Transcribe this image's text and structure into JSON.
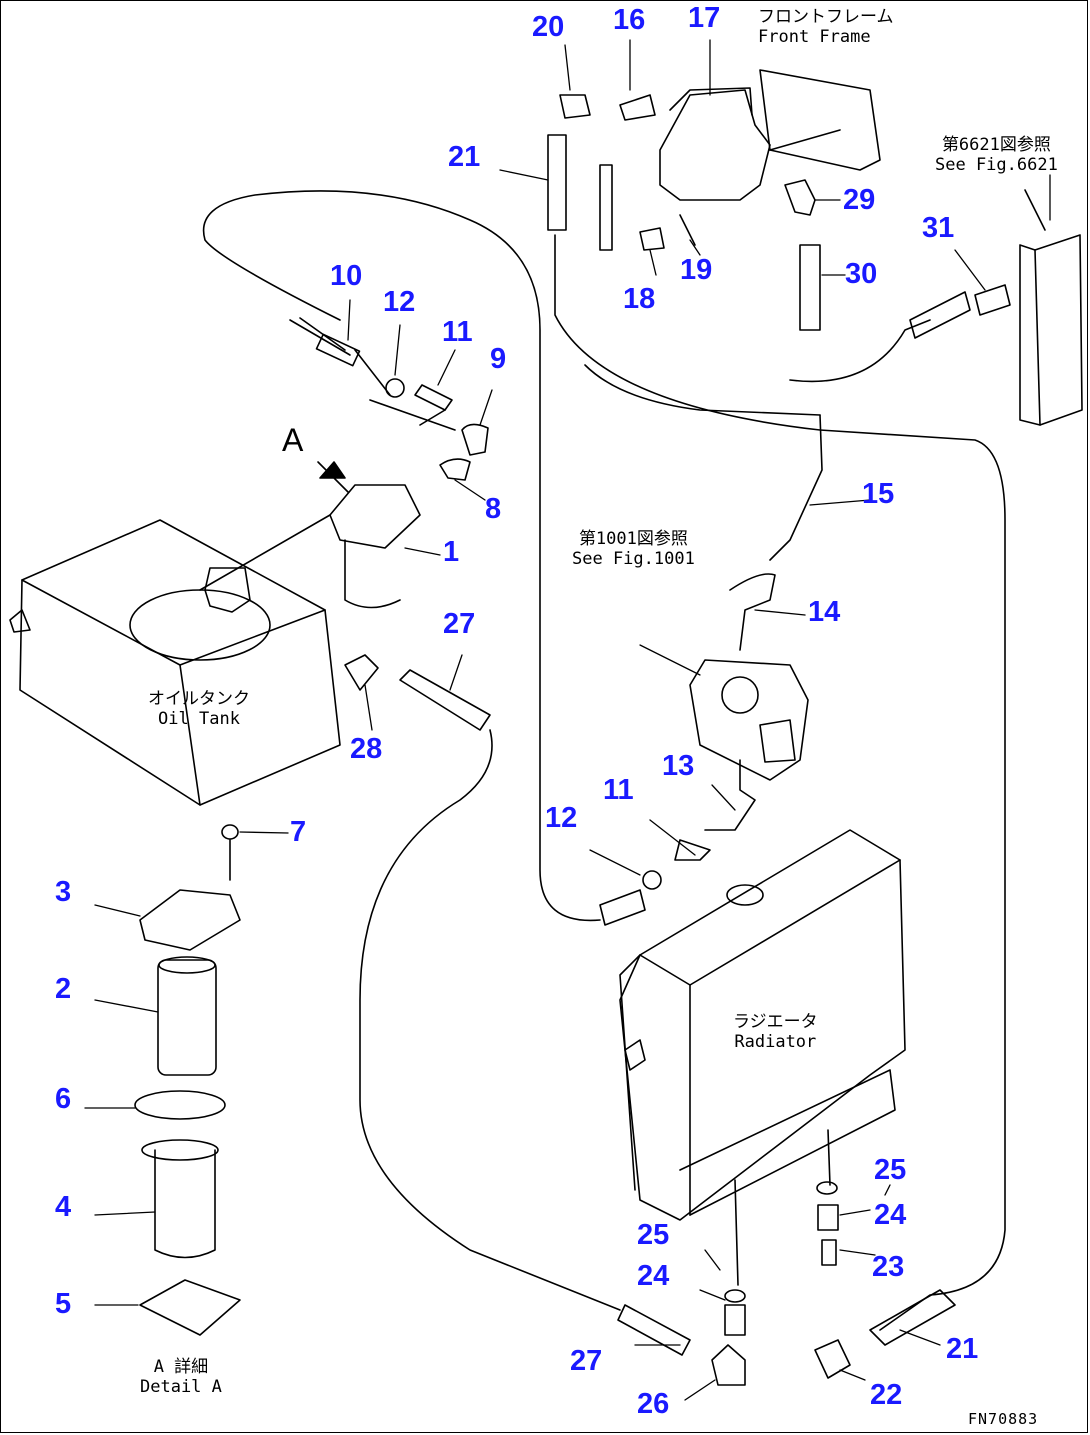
{
  "callouts": {
    "c1": "1",
    "c2": "2",
    "c3": "3",
    "c4": "4",
    "c5": "5",
    "c6": "6",
    "c7": "7",
    "c8": "8",
    "c9": "9",
    "c10": "10",
    "c11a": "11",
    "c11b": "11",
    "c12a": "12",
    "c12b": "12",
    "c13": "13",
    "c14": "14",
    "c15": "15",
    "c16": "16",
    "c17": "17",
    "c18": "18",
    "c19": "19",
    "c20": "20",
    "c21a": "21",
    "c21b": "21",
    "c22": "22",
    "c23": "23",
    "c24a": "24",
    "c24b": "24",
    "c25a": "25",
    "c25b": "25",
    "c26": "26",
    "c27a": "27",
    "c27b": "27",
    "c28": "28",
    "c29": "29",
    "c30": "30",
    "c31": "31"
  },
  "labels": {
    "front_frame_jp": "フロントフレーム",
    "front_frame_en": "Front Frame",
    "ref_6621_jp": "第6621図参照",
    "ref_6621_en": "See Fig.6621",
    "ref_1001_jp": "第1001図参照",
    "ref_1001_en": "See Fig.1001",
    "oil_tank_jp": "オイルタンク",
    "oil_tank_en": "Oil Tank",
    "radiator_jp": "ラジエータ",
    "radiator_en": "Radiator",
    "detail_a_jp": "A 詳細",
    "detail_a_en": "Detail A",
    "view_a": "A",
    "drawing_code": "FN70883"
  }
}
